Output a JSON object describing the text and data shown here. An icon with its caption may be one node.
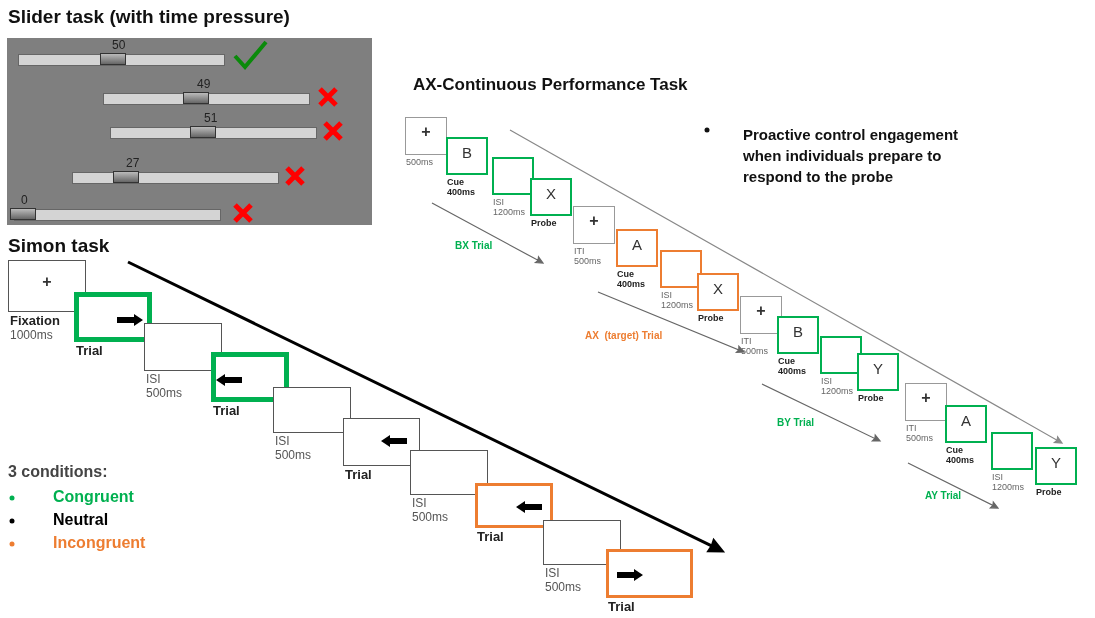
{
  "diagram": {
    "nodes": [
      {
        "text": [
          "+"
        ],
        "beside": [
          "Fixation",
          "1000ms"
        ]
      },
      {
        "text": [],
        "shape": "box",
        "beside": [
          "Trial"
        ]
      },
      {
        "text": [],
        "shape": "box",
        "beside": [
          "ISI 500ms"
        ]
      },
      {
        "text": [],
        "shape": "box",
        "beside": [
          "Trial"
        ]
      },
      {
        "text": [],
        "shape": "box",
        "beside": [
          "ISI 500ms"
        ]
      },
      {
        "text": [],
        "shape": "box",
        "beside": [
          "Trial"
        ]
      },
      {
        "text": [],
        "shape": "box",
        "beside": [
          "ISI 500ms"
        ]
      },
      {
        "text": [],
        "shape": "box",
        "beside": [
          "Trial"
        ]
      },
      {
        "text": [],
        "shape": "box",
        "beside": [
          "ISI 500ms"
        ]
      },
      {
        "text": [],
        "shape": "box",
        "beside": [
          "Trial"
        ]
      },
      {
        "text": [
          "+"
        ],
        "beside": [
          "500ms"
        ]
      },
      {
        "text": [
          "B"
        ],
        "beside": [
          "Cue 400ms"
        ]
      },
      {
        "text": [],
        "shape": "box",
        "beside": [
          "ISI 1200ms"
        ]
      },
      {
        "text": [
          "X"
        ],
        "beside": [
          "Probe"
        ]
      },
      {
        "text": [
          "+"
        ],
        "beside": [
          "ITI 500ms"
        ]
      },
      {
        "text": [
          "A"
        ],
        "beside": [
          "Cue 400ms"
        ]
      },
      {
        "text": [],
        "shape": "box",
        "beside": [
          "ISI 1200ms"
        ]
      },
      {
        "text": [
          "X"
        ],
        "beside": [
          "Probe"
        ]
      },
      {
        "text": [
          "+"
        ],
        "beside": [
          "ITI 500ms"
        ]
      },
      {
        "text": [
          "B"
        ],
        "beside": [
          "Cue 400ms"
        ]
      },
      {
        "text": [],
        "shape": "box",
        "beside": [
          "ISI 1200ms"
        ]
      },
      {
        "text": [
          "Y"
        ],
        "beside": [
          "Probe"
        ]
      },
      {
        "text": [
          "+"
        ],
        "beside": [
          "ITI 500ms"
        ]
      },
      {
        "text": [
          "A"
        ],
        "beside": [
          "Cue 400ms"
        ]
      },
      {
        "text": [],
        "shape": "box",
        "beside": [
          "ISI 1200ms"
        ]
      },
      {
        "text": [
          "Y"
        ],
        "beside": [
          "Probe"
        ]
      }
    ],
    "labels": [
      "Slider task (with time pressure)",
      "50",
      "49",
      "51",
      "27",
      "0",
      "AX-Continuous Performance Task",
      "Proactive control engagement when individuals prepare to respond to the probe",
      "Simon task",
      "BX Trial",
      "AX  (target) Trial",
      "BY Trial",
      "AY Trial",
      "3 conditions:"
    ],
    "legend": [
      {
        "text": "Congruent",
        "color": "#00b050"
      },
      {
        "text": "Neutral",
        "color": "#000000"
      },
      {
        "text": "Incongruent",
        "color": "#ed7d31"
      }
    ]
  }
}
